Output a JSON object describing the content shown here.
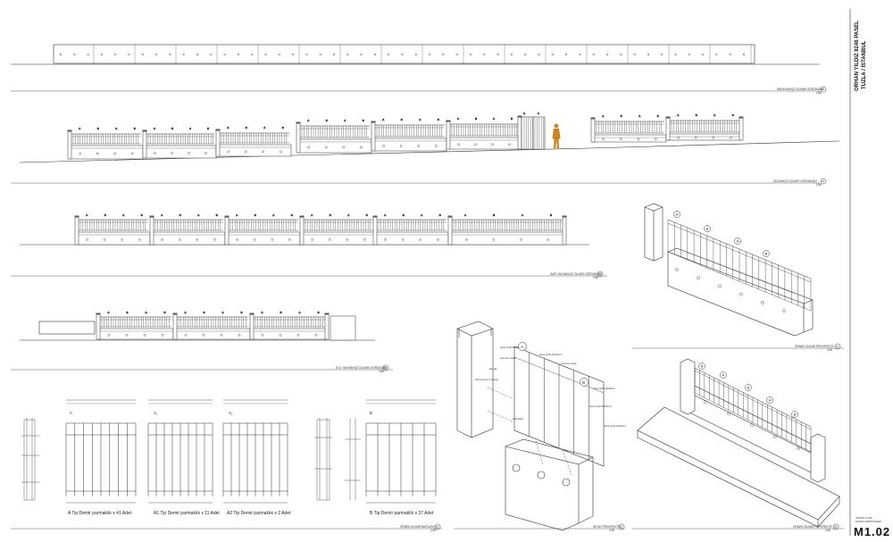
{
  "title_block": {
    "project_line1": "ORHAN YILDIZ 8246 PASEL",
    "project_line2": "TUZLA / İSTANBUL",
    "plan_line1": "VAZİYET PLANI",
    "plan_line2": "DUVAR GÖRÜNÜŞLERİ",
    "sheet_no": "M1.02"
  },
  "views": [
    {
      "caption": "ARKA BAHÇE DUVARI GÖRÜNÜŞÜ",
      "scale": "1/50",
      "number": "01"
    },
    {
      "caption": "ÖN BAHÇE DUVARI GÖRÜNÜŞÜ",
      "scale": "1/50",
      "number": "02"
    },
    {
      "caption": "SAĞ YAN BAHÇE DUVARI GÖRÜNÜŞÜ",
      "scale": "1/50",
      "number": "03"
    },
    {
      "caption": "SOL YAN BAHÇE DUVARI GÖRÜNÜŞÜ",
      "scale": "1/50",
      "number": "04"
    },
    {
      "caption": "ÖRNEK DUVAR BAĞLANTI",
      "scale": "1/20",
      "number": "05"
    },
    {
      "caption": "DETAY PERSPEKTİF",
      "scale": "1/20",
      "number": "06"
    },
    {
      "caption": "ÖRNEK DUVAR PERSPEKTİF",
      "scale": "1/20",
      "number": "07"
    },
    {
      "caption": "ÖRNEK DUVAR PERSPEKTİF",
      "scale": "1/20",
      "number": "08"
    }
  ],
  "panel_types": [
    {
      "marker": "A",
      "label": "A Tip Demir parmaklık x 41 Adet"
    },
    {
      "marker": "A₁",
      "label": "A1 Tip Demir parmaklık x 11 Adet"
    },
    {
      "marker": "A₂",
      "label": "A2 Tip Demir parmaklık x 2 Adet"
    },
    {
      "marker": "B",
      "label": "B Tip Demir parmaklık x 37 Adet"
    }
  ],
  "detail_notes": [
    "demir profil 20x20mm",
    "somunlu civata",
    "kaynak",
    "demir profil 30x30mm",
    "demir profil 20x40mm",
    "20mm demir ve ankraj",
    "çelik dübel",
    "somunlu civata",
    "demir profil 20x40mm",
    "demir profil 30x30mm"
  ],
  "detail_markers": [
    "A",
    "B"
  ],
  "persp_markers": [
    "A",
    "B",
    "A",
    "B",
    "A",
    "B",
    "A",
    "B"
  ],
  "colors": {
    "line": "#333333",
    "post": "#555555",
    "person": "#c8861e",
    "background": "#ffffff"
  }
}
